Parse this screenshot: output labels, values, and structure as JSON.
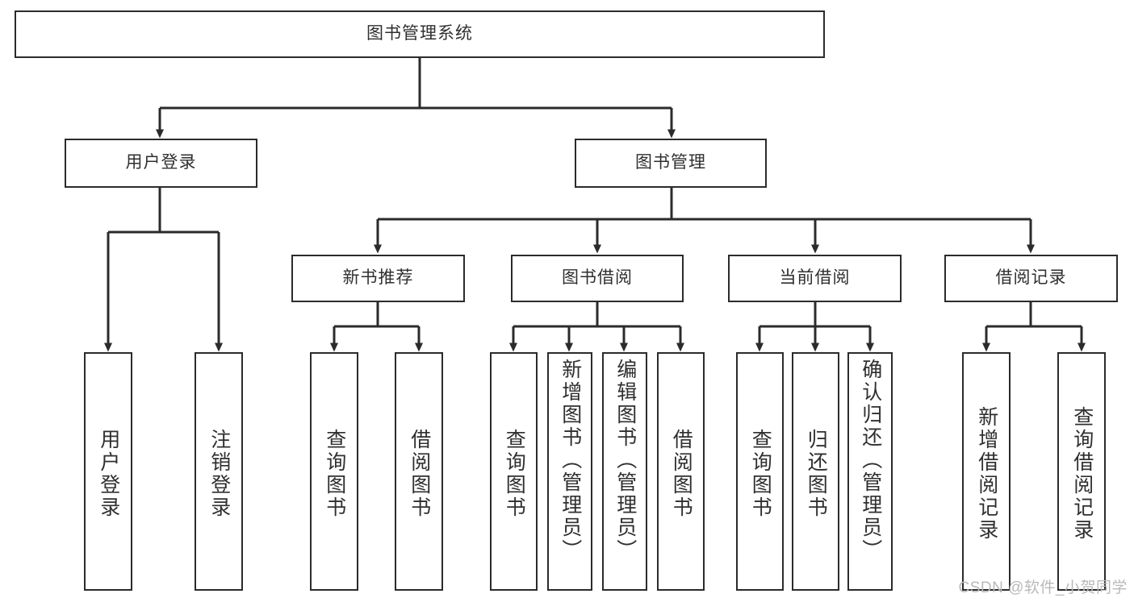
{
  "diagram": {
    "type": "tree",
    "title": "图书管理系统",
    "watermark": "CSDN @软件_小贺同学",
    "colors": {
      "box_border": "#2b2b2b",
      "box_fill": "#ffffff",
      "connector": "#2b2b2b",
      "text": "#2f2f2f",
      "watermark": "#b9b9b9",
      "background": "#ffffff"
    },
    "root": {
      "label": "图书管理系统"
    },
    "level2": [
      {
        "label": "用户登录"
      },
      {
        "label": "图书管理"
      }
    ],
    "level3": [
      {
        "label": "新书推荐"
      },
      {
        "label": "图书借阅"
      },
      {
        "label": "当前借阅"
      },
      {
        "label": "借阅记录"
      }
    ],
    "leaves": {
      "user_login": [
        {
          "label": "用户登录"
        },
        {
          "label": "注销登录"
        }
      ],
      "new_book_recommend": [
        {
          "label": "查询图书"
        },
        {
          "label": "借阅图书"
        }
      ],
      "book_borrow": [
        {
          "label": "查询图书"
        },
        {
          "label": "新增图书（管理员）"
        },
        {
          "label": "编辑图书（管理员）"
        },
        {
          "label": "借阅图书"
        }
      ],
      "current_borrow": [
        {
          "label": "查询图书"
        },
        {
          "label": "归还图书"
        },
        {
          "label": "确认归还（管理员）"
        }
      ],
      "borrow_record": [
        {
          "label": "新增借阅记录"
        },
        {
          "label": "查询借阅记录"
        }
      ]
    }
  }
}
